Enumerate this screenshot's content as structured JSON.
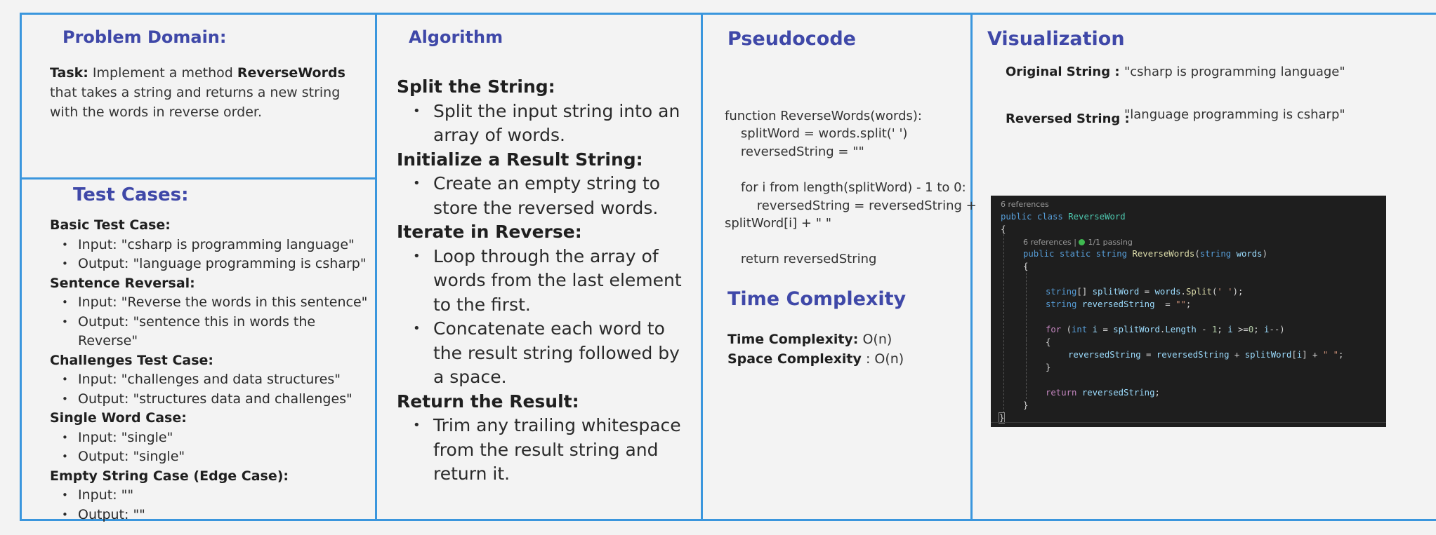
{
  "problem": {
    "heading": "Problem Domain:",
    "task_label": "Task:",
    "task_text_1": " Implement a method ",
    "task_method": "ReverseWords",
    "task_text_2": " that takes a string and returns a new string with the words in reverse order."
  },
  "tests": {
    "heading": "Test Cases:",
    "cases": [
      {
        "title": "Basic Test Case:",
        "items": [
          "Input: \"csharp is programming language\"",
          "Output: \"language programming is csharp\""
        ]
      },
      {
        "title": "Sentence Reversal:",
        "items": [
          "Input: \"Reverse the words in this sentence\"",
          "Output: \"sentence this in words the Reverse\""
        ]
      },
      {
        "title": "Challenges Test Case:",
        "items": [
          "Input: \"challenges and data structures\"",
          "Output: \"structures data and challenges\""
        ]
      },
      {
        "title": "Single Word Case:",
        "items": [
          "Input: \"single\"",
          "Output: \"single\""
        ]
      },
      {
        "title": "Empty String Case (Edge Case):",
        "items": [
          "Input: \"\"",
          "Output: \"\""
        ]
      }
    ]
  },
  "algorithm": {
    "heading": "Algorithm",
    "steps": [
      {
        "title": "Split the String:",
        "items": [
          "Split the input string into an array of words."
        ]
      },
      {
        "title": "Initialize a Result String:",
        "items": [
          "Create an empty string to store the reversed words."
        ]
      },
      {
        "title": "Iterate in Reverse:",
        "items": [
          "Loop through the array of words from the last element to the first.",
          "Concatenate each word to the result string followed by a space."
        ]
      },
      {
        "title": "Return the Result:",
        "items": [
          "Trim any trailing whitespace from the result string and return it."
        ]
      }
    ]
  },
  "pseudocode": {
    "heading": "Pseudocode",
    "lines": [
      "function ReverseWords(words):",
      "    splitWord = words.split(' ')",
      "    reversedString = \"\"",
      "",
      "    for i from length(splitWord) - 1 to 0:",
      "        reversedString = reversedString +",
      "splitWord[i] + \" \"",
      "",
      "    return reversedString"
    ]
  },
  "complexity": {
    "heading": "Time Complexity",
    "time_label": "Time Complexity:",
    "time_value": " O(n)",
    "space_label": "Space Complexity",
    "space_value": " : O(n)"
  },
  "visualization": {
    "heading": "Visualization",
    "original_label": "Original String :",
    "original_value": "\"csharp is programming language\"",
    "reversed_label": "Reversed String :",
    "reversed_value": "\"language programming is csharp\""
  },
  "code": {
    "refs_class": "6 references",
    "class_kw": "public class",
    "class_name": "ReverseWord",
    "open_brace": "{",
    "refs_method": "6 references | ",
    "passing": "1/1 passing",
    "method_kw": "public static string",
    "method_name": "ReverseWords",
    "param_type": "string",
    "param_name": "words",
    "close_brace": "}",
    "return_kw": "return",
    "return_var": "reversedString"
  },
  "colors": {
    "heading": "#3f48a8",
    "border": "#3a96dd",
    "background": "#f3f3f3",
    "code_bg": "#1e1e1e",
    "passing_green": "#3fb950"
  }
}
